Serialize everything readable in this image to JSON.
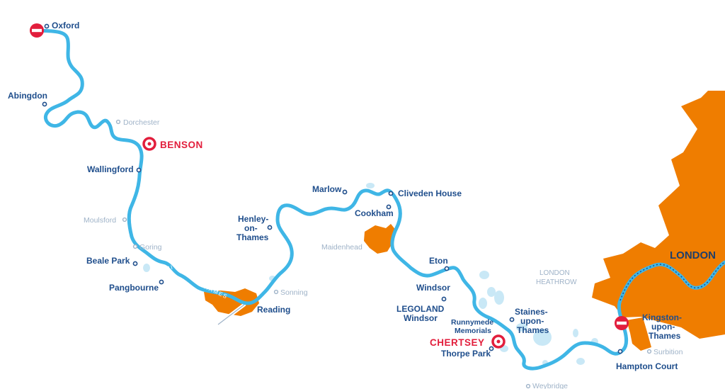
{
  "colors": {
    "river": "#3fb6e6",
    "urban": "#ef7d00",
    "base": "#e21e3c",
    "label": "#1f4e8c",
    "minor": "#9fb3c8",
    "lake": "#c9e8f6"
  },
  "river": {
    "name_1": "RIVER",
    "name_2": "THAMES"
  },
  "bases": [
    {
      "name": "BENSON"
    },
    {
      "name": "CHERTSEY"
    }
  ],
  "towns": {
    "oxford": "Oxford",
    "abingdon": "Abingdon",
    "wallingford": "Wallingford",
    "beale_park": "Beale Park",
    "pangbourne": "Pangbourne",
    "reading": "Reading",
    "henley_1": "Henley-",
    "henley_2": "on-",
    "henley_3": "Thames",
    "marlow": "Marlow",
    "cookham": "Cookham",
    "cliveden": "Cliveden House",
    "eton": "Eton",
    "windsor": "Windsor",
    "legoland_1": "LEGOLAND",
    "legoland_2": "Windsor",
    "runnymede_1": "Runnymede",
    "runnymede_2": "Memorials",
    "thorpe_park": "Thorpe Park",
    "staines_1": "Staines-",
    "staines_2": "upon-",
    "staines_3": "Thames",
    "kingston_1": "Kingston-",
    "kingston_2": "upon-",
    "kingston_3": "Thames",
    "hampton_court": "Hampton Court"
  },
  "minor_places": {
    "dorchester": "Dorchester",
    "moulsford": "Moulsford",
    "goring": "Goring",
    "sonning": "Sonning",
    "maidenhead": "Maidenhead",
    "surbition": "Surbition",
    "weybridge": "Weybridge"
  },
  "areas": {
    "london": "LONDON",
    "heathrow_1": "LONDON",
    "heathrow_2": "HEATHROW"
  },
  "icons": {
    "start_end": "no-entry-icon",
    "base": "base-ring-icon",
    "place": "place-dot-icon"
  }
}
